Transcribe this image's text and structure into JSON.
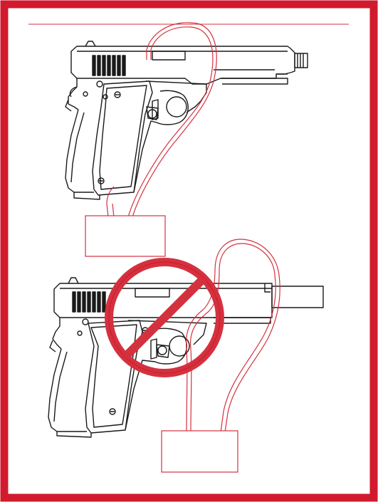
{
  "figure": {
    "panels": [
      {
        "id": "correct",
        "state": "lock cable through ejection port, magazine removed"
      },
      {
        "id": "incorrect",
        "state": "lock cable through trigger guard, marked prohibited"
      }
    ],
    "prohibition_symbol": "no-sign-icon",
    "lock_icon": "padlock-icon"
  },
  "colors": {
    "border": "#d21a2e",
    "lock": "#d4313f",
    "line_art": "#1a1a1a",
    "background": "#ffffff"
  }
}
